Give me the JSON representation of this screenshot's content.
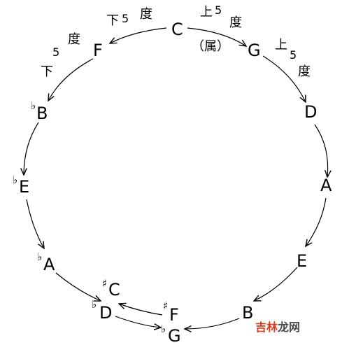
{
  "notes": {
    "C": "C",
    "G": "G",
    "D": "D",
    "A": "A",
    "E": "E",
    "B": "B",
    "F_sharp": "F",
    "G_flat": "G",
    "C_sharp": "C",
    "D_flat": "D",
    "A_flat": "A",
    "E_flat": "E",
    "B_flat": "B",
    "F": "F"
  },
  "accidentals": {
    "sharp": "♯",
    "flat": "♭"
  },
  "labels": {
    "up_char": "上",
    "down_char": "下",
    "five": "5",
    "degree": "度",
    "dominant": "（属）"
  },
  "watermark": {
    "text_main": "吉林",
    "text_tail": "龙网",
    "main_color": "#d93b1c",
    "tail_color": "#4a4a4a"
  }
}
